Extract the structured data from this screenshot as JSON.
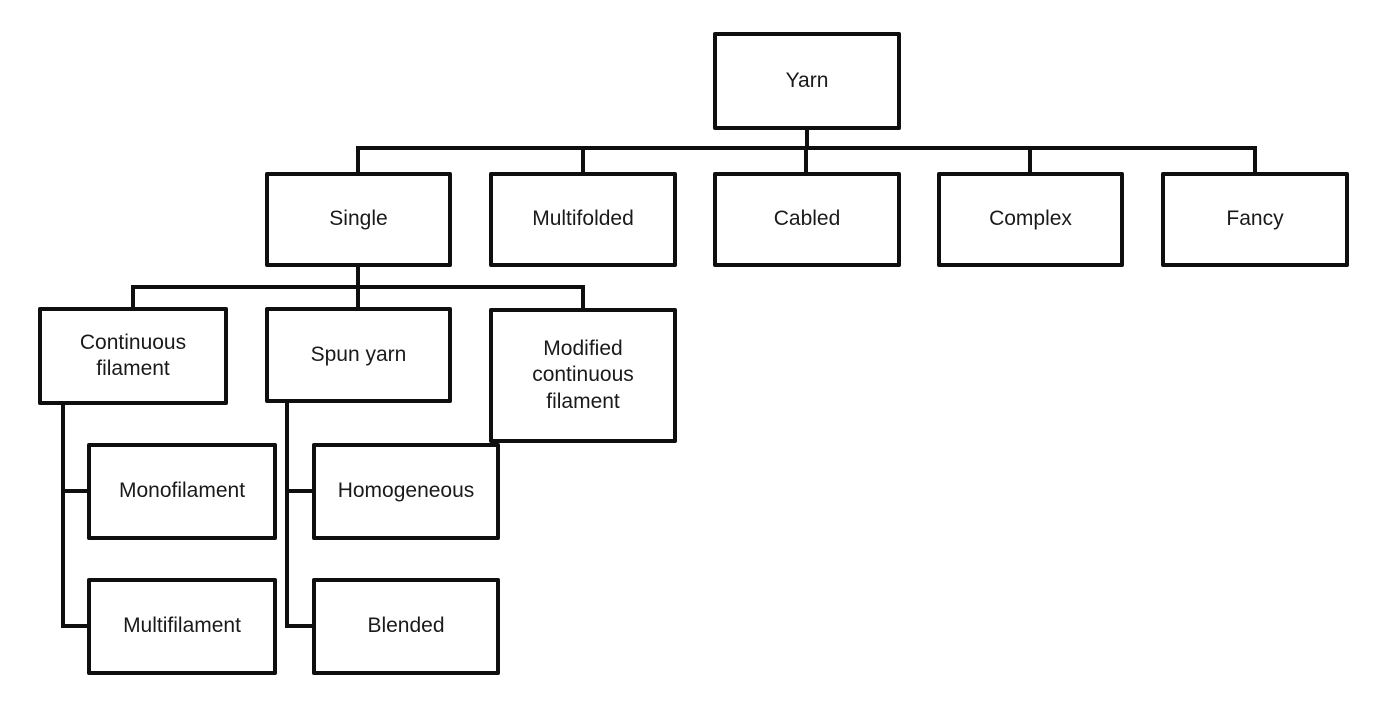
{
  "diagram": {
    "type": "tree",
    "colors": {
      "background": "#ffffff",
      "box_fill": "#ffffff",
      "box_border": "#0f0f0f",
      "line": "#0f0f0f",
      "text": "#1a1a1a"
    },
    "nodes": {
      "yarn": {
        "label": "Yarn"
      },
      "single": {
        "label": "Single"
      },
      "multifolded": {
        "label": "Multifolded"
      },
      "cabled": {
        "label": "Cabled"
      },
      "complex": {
        "label": "Complex"
      },
      "fancy": {
        "label": "Fancy"
      },
      "continuous_filament": {
        "label": "Continuous filament"
      },
      "spun_yarn": {
        "label": "Spun yarn"
      },
      "modified_continuous_filament": {
        "label": "Modified continuous filament"
      },
      "monofilament": {
        "label": "Monofilament"
      },
      "homogeneous": {
        "label": "Homogeneous"
      },
      "multifilament": {
        "label": "Multifilament"
      },
      "blended": {
        "label": "Blended"
      }
    },
    "edges": [
      [
        "Yarn",
        "Single"
      ],
      [
        "Yarn",
        "Multifolded"
      ],
      [
        "Yarn",
        "Cabled"
      ],
      [
        "Yarn",
        "Complex"
      ],
      [
        "Yarn",
        "Fancy"
      ],
      [
        "Single",
        "Continuous filament"
      ],
      [
        "Single",
        "Spun yarn"
      ],
      [
        "Single",
        "Modified continuous filament"
      ],
      [
        "Continuous filament",
        "Monofilament"
      ],
      [
        "Continuous filament",
        "Multifilament"
      ],
      [
        "Spun yarn",
        "Homogeneous"
      ],
      [
        "Spun yarn",
        "Blended"
      ]
    ]
  }
}
